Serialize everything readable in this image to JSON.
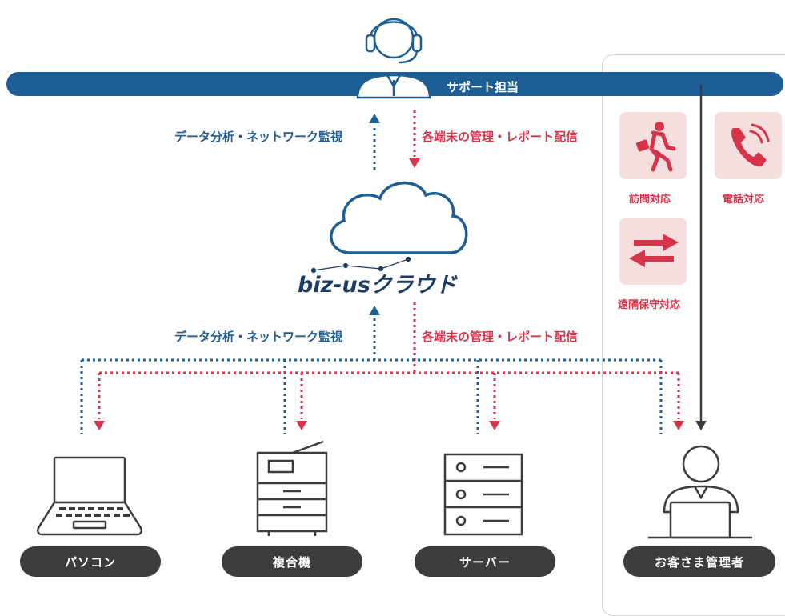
{
  "support_bar": {
    "label": "サポート担当"
  },
  "cloud_to_support": {
    "up_label": "データ分析・ネットワーク監視",
    "down_label": "各端末の管理・レポート配信"
  },
  "brand": {
    "logo_text": "biz-us",
    "suffix": "クラウド"
  },
  "devices_to_cloud": {
    "up_label": "データ分析・ネットワーク監視",
    "down_label": "各端末の管理・レポート配信"
  },
  "services": [
    {
      "label": "訪問対応",
      "icon": "running-person-icon"
    },
    {
      "label": "電話対応",
      "icon": "phone-icon"
    },
    {
      "label": "遠隔保守対応",
      "icon": "swap-arrows-icon"
    }
  ],
  "devices": [
    {
      "label": "パソコン",
      "icon": "laptop-icon"
    },
    {
      "label": "複合機",
      "icon": "printer-icon"
    },
    {
      "label": "サーバー",
      "icon": "server-icon"
    },
    {
      "label": "お客さま管理者",
      "icon": "admin-person-icon"
    }
  ],
  "colors": {
    "navy": "#1e5e96",
    "red": "#d5344a",
    "dark": "#3c3c3c",
    "tile": "#f5dede"
  }
}
